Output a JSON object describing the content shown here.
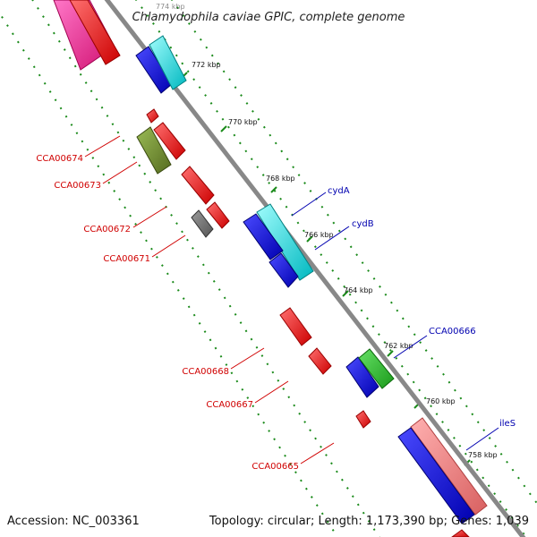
{
  "title": "Chlamydophila caviae GPIC, complete genome",
  "footer": {
    "accession": "Accession: NC_003361",
    "topology": "Topology: circular; Length: 1,173,390 bp; Genes: 1,039"
  },
  "scale_labels": [
    "774 kbp",
    "772 kbp",
    "770 kbp",
    "768 kbp",
    "766 kbp",
    "764 kbp",
    "762 kbp",
    "760 kbp",
    "758 kbp"
  ],
  "gene_labels": {
    "CCA00674": "CCA00674",
    "CCA00673": "CCA00673",
    "CCA00672": "CCA00672",
    "CCA00671": "CCA00671",
    "CCA00668": "CCA00668",
    "CCA00667": "CCA00667",
    "CCA00665": "CCA00665",
    "cydA": "cydA",
    "cydB": "cydB",
    "CCA00666": "CCA00666",
    "ileS": "ileS"
  },
  "colors": {
    "backbone": "#888888",
    "red": "#ff0000",
    "pink": "#ff1493",
    "blue": "#0000ff",
    "cyan": "#00e0e0",
    "olive": "#6b8e23",
    "gray": "#707070",
    "green": "#22bb22",
    "salmon": "#f08080",
    "dots": "#1a8a1a"
  }
}
